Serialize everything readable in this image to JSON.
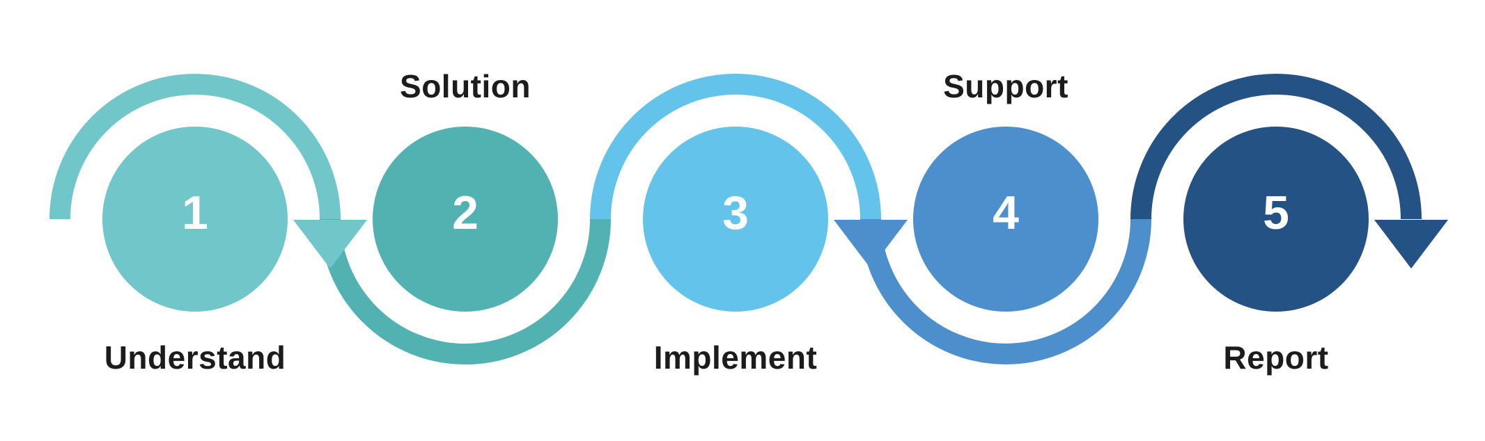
{
  "diagram": {
    "background_color": "#ffffff",
    "label_color": "#1c1c1c",
    "number_color": "#ffffff",
    "steps": [
      {
        "number": "1",
        "label": "Understand",
        "label_position": "below",
        "color": "#71C6CA",
        "arc": "over"
      },
      {
        "number": "2",
        "label": "Solution",
        "label_position": "above",
        "color": "#52B1B1",
        "arc": "under"
      },
      {
        "number": "3",
        "label": "Implement",
        "label_position": "below",
        "color": "#63C3EB",
        "arc": "over"
      },
      {
        "number": "4",
        "label": "Support",
        "label_position": "above",
        "color": "#4C8FCC",
        "arc": "under"
      },
      {
        "number": "5",
        "label": "Report",
        "label_position": "below",
        "color": "#255285",
        "arc": "over"
      }
    ],
    "arrows": [
      {
        "after_step_index": 0,
        "direction": "down",
        "color": "#71C6CA"
      },
      {
        "after_step_index": 2,
        "direction": "down",
        "color": "#4C8FCC"
      },
      {
        "after_step_index": 4,
        "direction": "down",
        "color": "#255285"
      }
    ]
  }
}
